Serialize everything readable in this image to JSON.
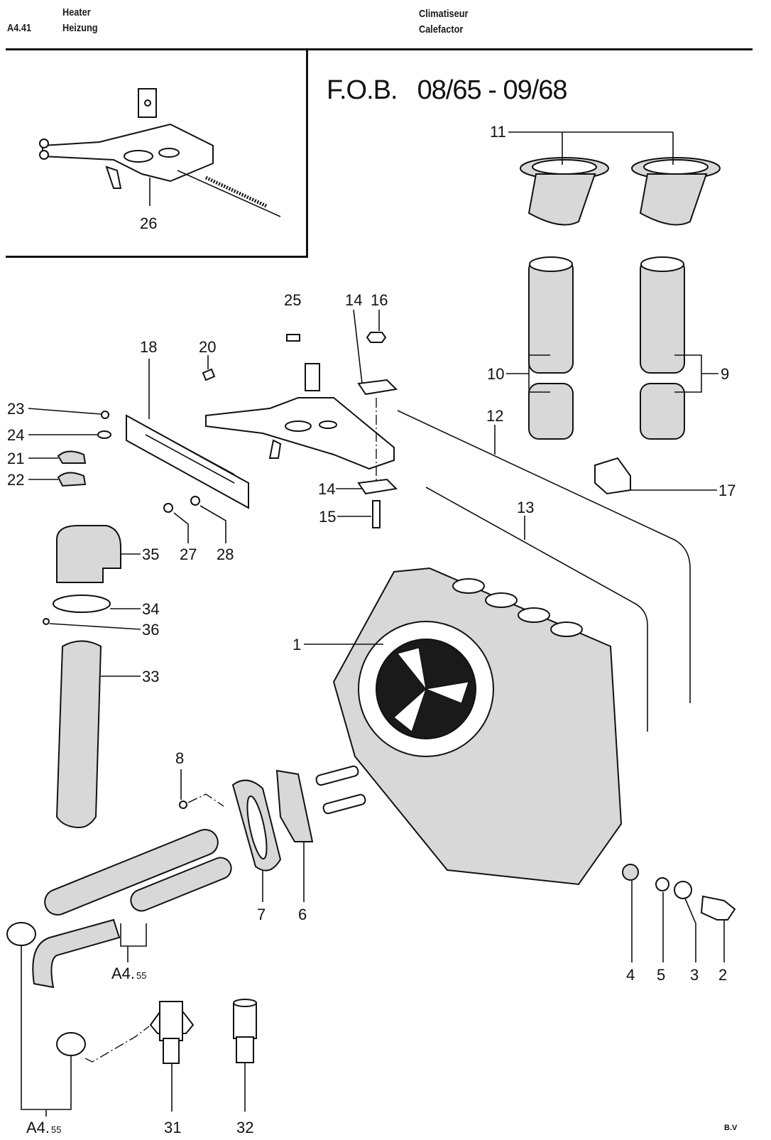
{
  "header": {
    "page_code": "A4.41",
    "title_en": "Heater",
    "title_de": "Heizung",
    "title_fr": "Climatiseur",
    "title_es": "Calefactor"
  },
  "main_title": {
    "prefix": "F.O.B.",
    "date_range": "08/65 - 09/68"
  },
  "inset": {
    "callout": "26"
  },
  "callouts": {
    "c1": "1",
    "c2": "2",
    "c3": "3",
    "c4": "4",
    "c5": "5",
    "c6": "6",
    "c7": "7",
    "c8": "8",
    "c9": "9",
    "c10": "10",
    "c11": "11",
    "c12": "12",
    "c13": "13",
    "c14a": "14",
    "c14b": "14",
    "c15": "15",
    "c16": "16",
    "c17": "17",
    "c18": "18",
    "c20": "20",
    "c21": "21",
    "c22": "22",
    "c23": "23",
    "c24": "24",
    "c25": "25",
    "c27": "27",
    "c28": "28",
    "c31": "31",
    "c32": "32",
    "c33": "33",
    "c34": "34",
    "c35": "35",
    "c36": "36"
  },
  "references": {
    "ref_hoses_main": "A4.",
    "ref_hoses_sub": "55",
    "ref_clamps_main": "A4.",
    "ref_clamps_sub": "55"
  },
  "footer": {
    "initials": "B.V"
  }
}
